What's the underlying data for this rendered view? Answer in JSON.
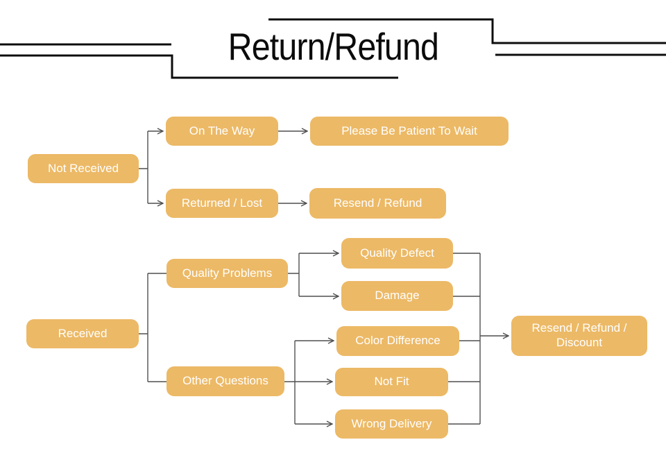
{
  "title": {
    "text": "Return/Refund"
  },
  "colors": {
    "node_fill": "#ecb966",
    "node_text": "#ffffff",
    "connector": "#4f4f4f",
    "frame_line": "#0d0d0d",
    "background": "#ffffff"
  },
  "flowchart": {
    "nodes": [
      {
        "id": "not-received",
        "label": "Not Received"
      },
      {
        "id": "on-the-way",
        "label": "On The Way"
      },
      {
        "id": "please-be-patient",
        "label": "Please Be Patient To Wait"
      },
      {
        "id": "returned-lost",
        "label": "Returned / Lost"
      },
      {
        "id": "resend-refund",
        "label": "Resend / Refund"
      },
      {
        "id": "received",
        "label": "Received"
      },
      {
        "id": "quality-problems",
        "label": "Quality Problems"
      },
      {
        "id": "other-questions",
        "label": "Other Questions"
      },
      {
        "id": "quality-defect",
        "label": "Quality Defect"
      },
      {
        "id": "damage",
        "label": "Damage"
      },
      {
        "id": "color-difference",
        "label": "Color Difference"
      },
      {
        "id": "not-fit",
        "label": "Not Fit"
      },
      {
        "id": "wrong-delivery",
        "label": "Wrong Delivery"
      },
      {
        "id": "resend-refund-discount",
        "label": "Resend / Refund / Discount"
      }
    ],
    "edges": [
      {
        "from": "Not Received",
        "to": "On The Way",
        "arrow": true
      },
      {
        "from": "Not Received",
        "to": "Returned / Lost",
        "arrow": true
      },
      {
        "from": "On The Way",
        "to": "Please Be Patient To Wait",
        "arrow": true
      },
      {
        "from": "Returned / Lost",
        "to": "Resend / Refund",
        "arrow": true
      },
      {
        "from": "Received",
        "to": "Quality Problems",
        "arrow": false
      },
      {
        "from": "Received",
        "to": "Other Questions",
        "arrow": false
      },
      {
        "from": "Quality Problems",
        "to": "Quality Defect",
        "arrow": true
      },
      {
        "from": "Quality Problems",
        "to": "Damage",
        "arrow": true
      },
      {
        "from": "Other Questions",
        "to": "Color Difference",
        "arrow": true
      },
      {
        "from": "Other Questions",
        "to": "Not Fit",
        "arrow": true
      },
      {
        "from": "Other Questions",
        "to": "Wrong Delivery",
        "arrow": true
      },
      {
        "from": "Quality Defect",
        "to": "Resend / Refund / Discount",
        "arrow": true
      },
      {
        "from": "Damage",
        "to": "Resend / Refund / Discount",
        "arrow": true
      },
      {
        "from": "Color Difference",
        "to": "Resend / Refund / Discount",
        "arrow": true
      },
      {
        "from": "Not Fit",
        "to": "Resend / Refund / Discount",
        "arrow": true
      },
      {
        "from": "Wrong Delivery",
        "to": "Resend / Refund / Discount",
        "arrow": true
      }
    ]
  }
}
